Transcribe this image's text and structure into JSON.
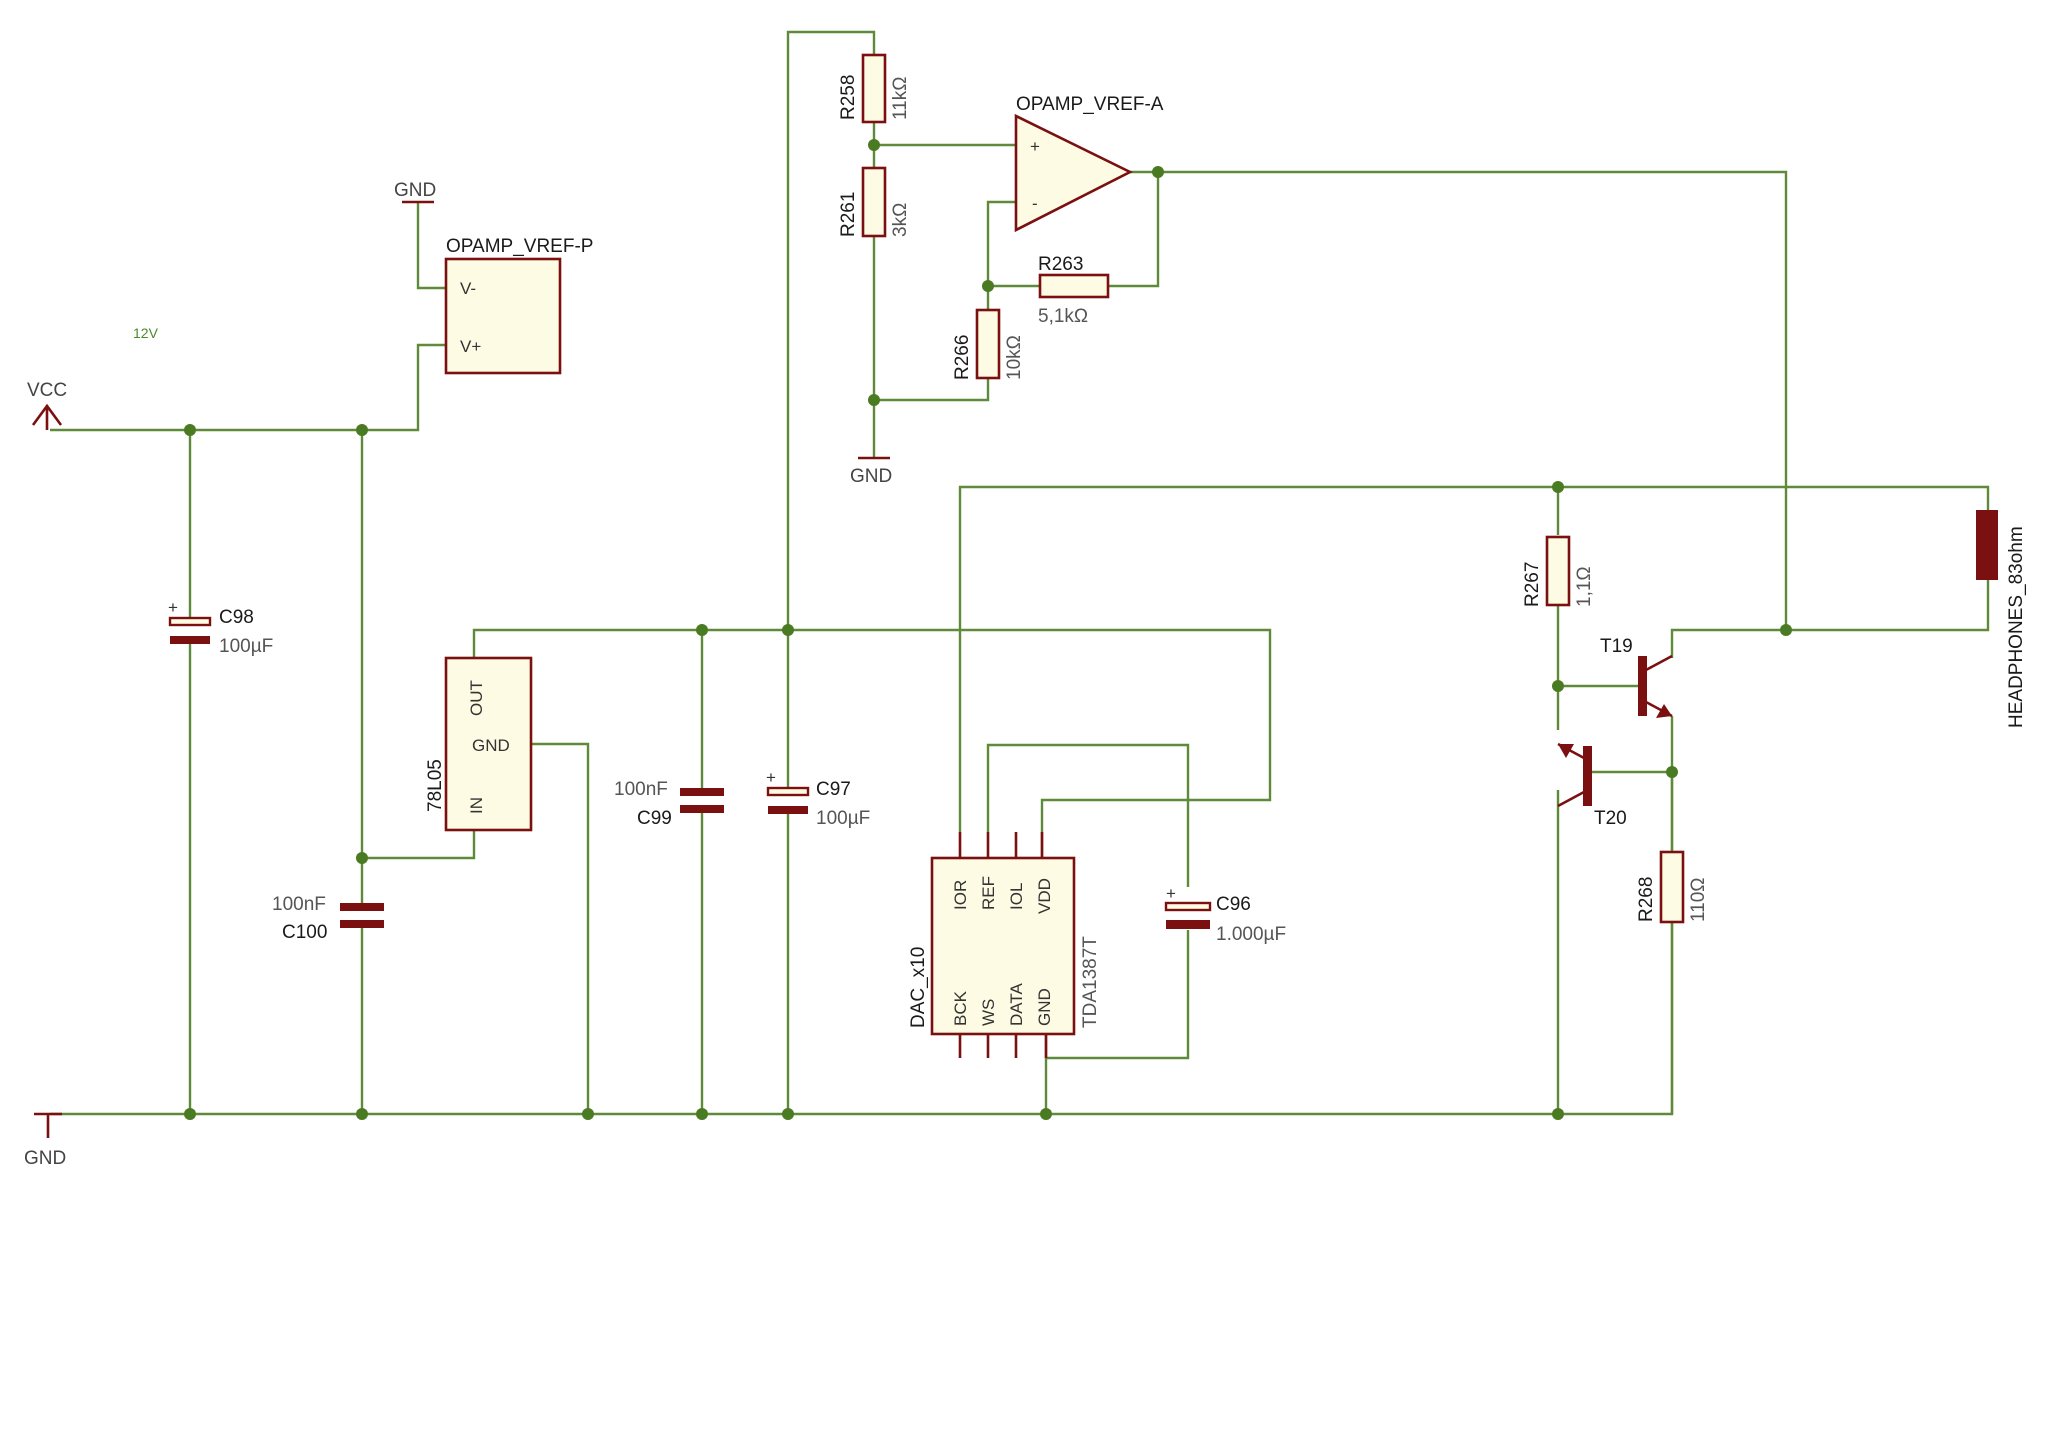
{
  "power": {
    "vcc": "VCC",
    "gnd": "GND",
    "net_12v": "12V"
  },
  "opamp_vref_p": {
    "name": "OPAMP_VREF-P",
    "pin_vminus": "V-",
    "pin_vplus": "V+"
  },
  "opamp_vref_a": {
    "name": "OPAMP_VREF-A",
    "pin_plus": "+",
    "pin_minus": "-"
  },
  "r258": {
    "name": "R258",
    "value": "11kΩ"
  },
  "r261": {
    "name": "R261",
    "value": "3kΩ"
  },
  "r263": {
    "name": "R263",
    "value": "5,1kΩ"
  },
  "r266": {
    "name": "R266",
    "value": "10kΩ"
  },
  "r267": {
    "name": "R267",
    "value": "1,1Ω"
  },
  "r268": {
    "name": "R268",
    "value": "110Ω"
  },
  "c96": {
    "name": "C96",
    "value": "1.000µF",
    "polarity": "+"
  },
  "c97": {
    "name": "C97",
    "value": "100µF",
    "polarity": "+"
  },
  "c98": {
    "name": "C98",
    "value": "100µF",
    "polarity": "+"
  },
  "c99": {
    "name": "C99",
    "value": "100nF"
  },
  "c100": {
    "name": "C100",
    "value": "100nF"
  },
  "regulator": {
    "name": "78L05",
    "pin_out": "OUT",
    "pin_gnd": "GND",
    "pin_in": "IN"
  },
  "dac": {
    "name": "DAC_x10",
    "value": "TDA1387T",
    "top_pins": [
      "IOR",
      "REF",
      "IOL",
      "VDD"
    ],
    "bottom_pins": [
      "BCK",
      "WS",
      "DATA",
      "GND"
    ]
  },
  "t19": {
    "name": "T19"
  },
  "t20": {
    "name": "T20"
  },
  "headphones": {
    "name": "HEADPHONES_83ohm"
  },
  "colors": {
    "wire": "#5e8a3a",
    "junction": "#4a7a22",
    "component": "#7a1010",
    "body_fill": "#fdfbe3"
  }
}
